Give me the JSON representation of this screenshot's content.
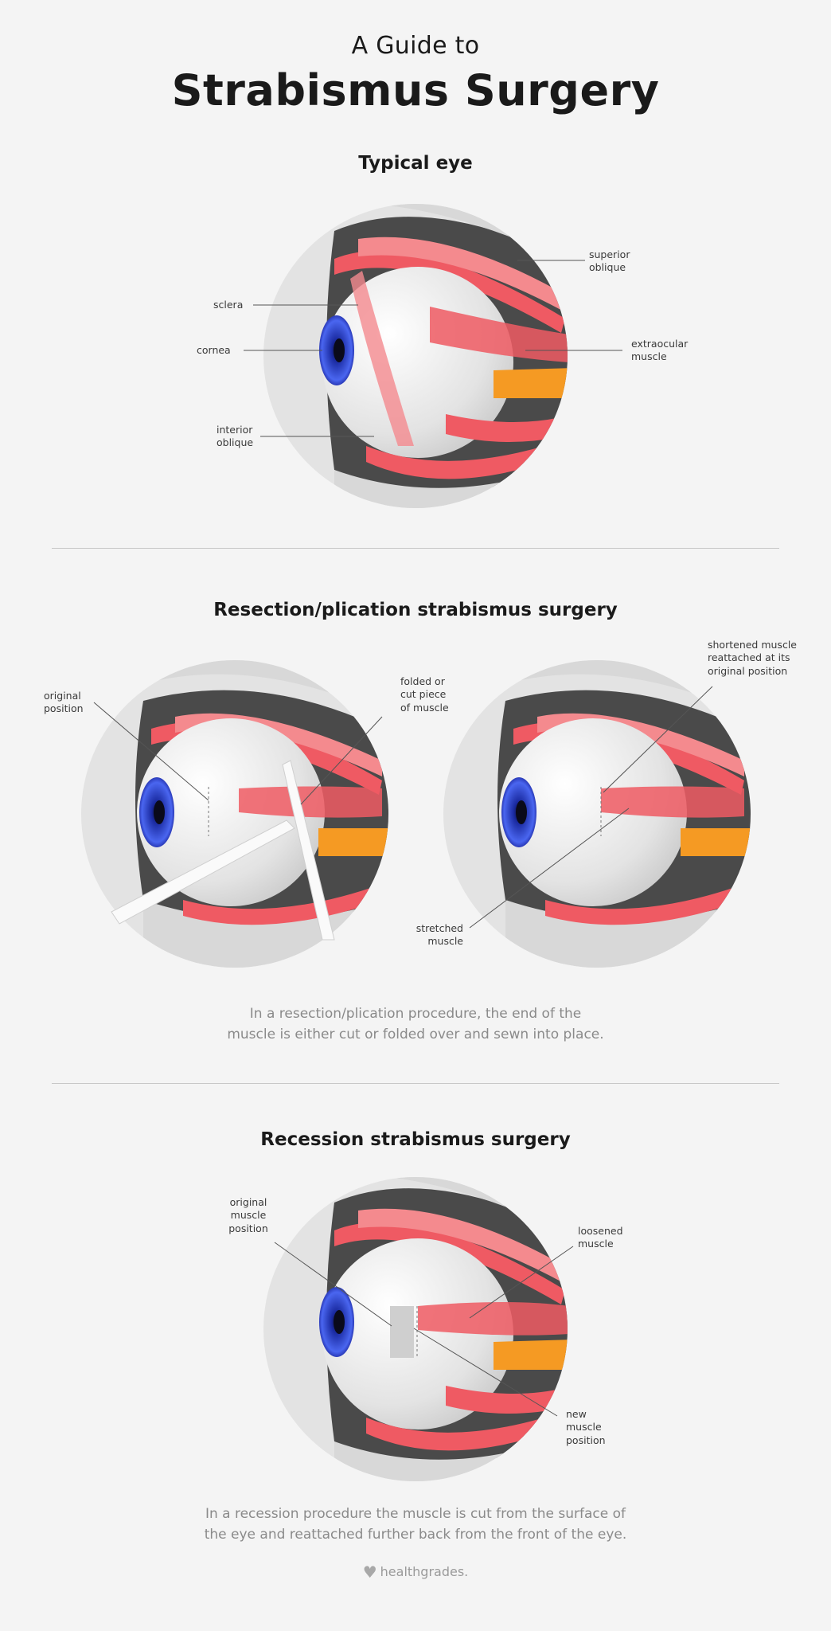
{
  "header": {
    "subtitle": "A Guide to",
    "title": "Strabismus Surgery"
  },
  "typical": {
    "heading": "Typical eye",
    "labels": {
      "superior": [
        "superior",
        "oblique"
      ],
      "sclera": "sclera",
      "cornea": "cornea",
      "extraocular": [
        "extraocular",
        "muscle"
      ],
      "interior": [
        "interior",
        "oblique"
      ]
    }
  },
  "resection": {
    "heading": "Resection/plication strabismus surgery",
    "labels": {
      "original": [
        "original",
        "position"
      ],
      "folded": [
        "folded or",
        "cut piece",
        "of muscle"
      ],
      "shortened": [
        "shortened muscle",
        "reattached at its",
        "original position"
      ],
      "stretched": [
        "stretched",
        "muscle"
      ]
    },
    "caption": [
      "In a resection/plication procedure, the end of the",
      "muscle is either cut or folded over and sewn into place."
    ]
  },
  "recession": {
    "heading": "Recession strabismus surgery",
    "labels": {
      "original": [
        "original",
        "muscle",
        "position"
      ],
      "loosened": [
        "loosened",
        "muscle"
      ],
      "new": [
        "new",
        "muscle",
        "position"
      ]
    },
    "caption": [
      "In a recession procedure the muscle is cut from the surface of",
      "the eye and reattached further back from the front of the eye."
    ]
  },
  "footer": {
    "logo": "healthgrades.",
    "logo_icon": "heart-logo-icon"
  },
  "colors": {
    "background": "#f4f4f4",
    "muscle": "#ef5a63",
    "muscle_light": "#f8a3a5",
    "orange": "#f59a23",
    "socket_dark": "#4a4a4a",
    "iris": "#3a4fd8",
    "sclera": "#e6e6e6",
    "circle_bg": "#e3e3e3"
  }
}
